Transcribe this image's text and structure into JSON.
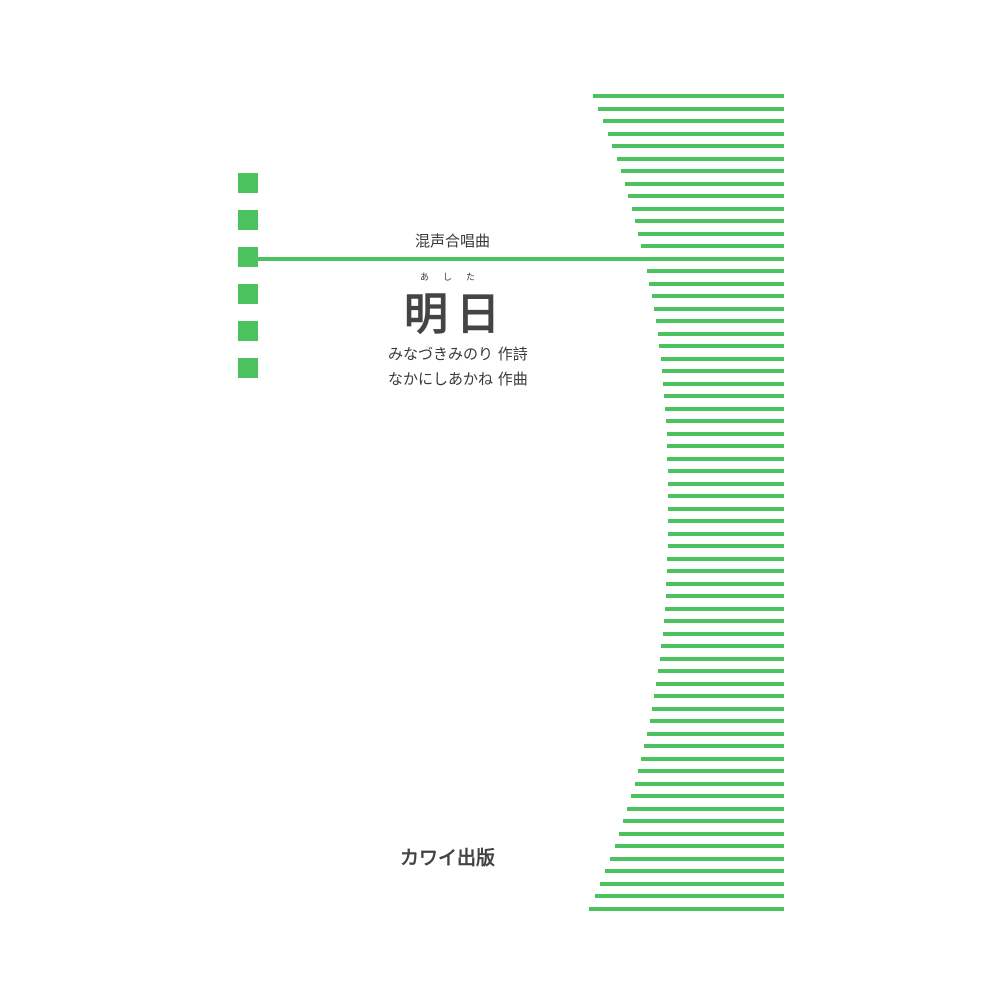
{
  "cover": {
    "category": "混声合唱曲",
    "title_ruby": "あした",
    "title": "明日",
    "lyricist_credit": "みなづきみのり 作詩",
    "composer_credit": "なかにしあかね 作曲",
    "publisher": "カワイ出版"
  },
  "colors": {
    "accent": "#4cc25e",
    "text": "#3a3a3a"
  }
}
